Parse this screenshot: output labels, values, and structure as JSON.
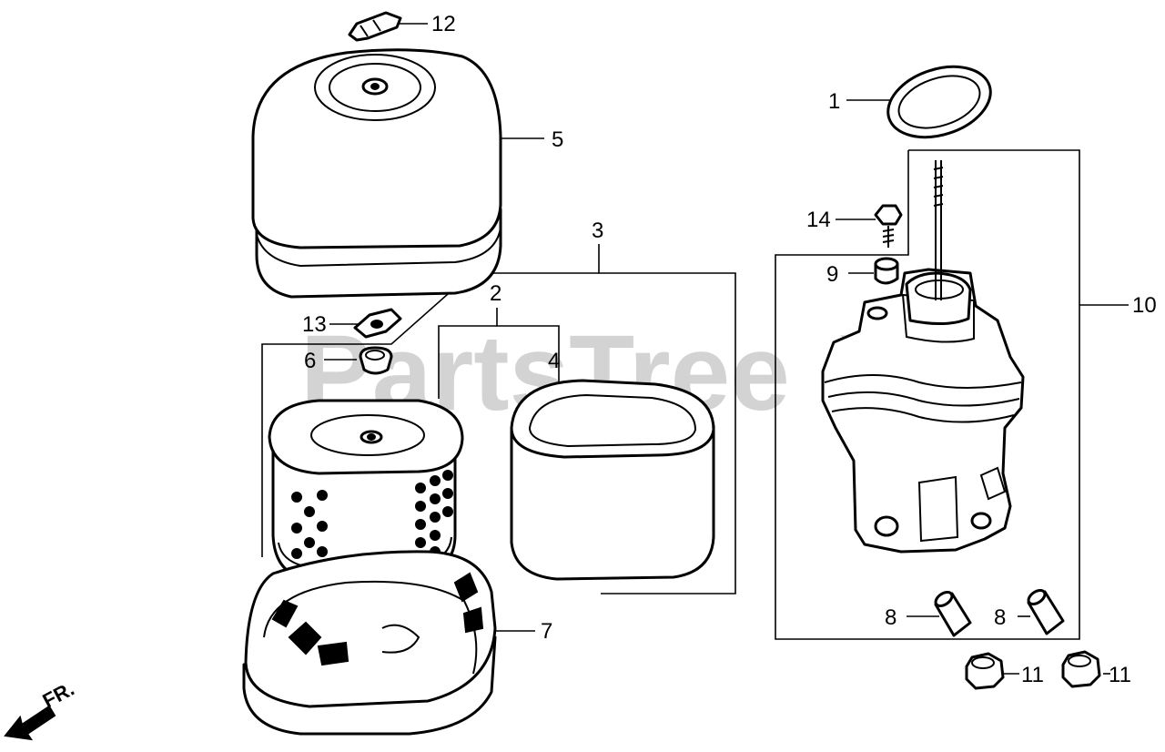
{
  "watermark": {
    "text": "PartsTree",
    "trademark": "™"
  },
  "direction_label": "FR.",
  "callouts": {
    "c1": "1",
    "c2": "2",
    "c3": "3",
    "c4": "4",
    "c5": "5",
    "c6": "6",
    "c7": "7",
    "c8a": "8",
    "c8b": "8",
    "c9": "9",
    "c10": "10",
    "c11a": "11",
    "c11b": "11",
    "c12": "12",
    "c13": "13",
    "c14": "14"
  }
}
